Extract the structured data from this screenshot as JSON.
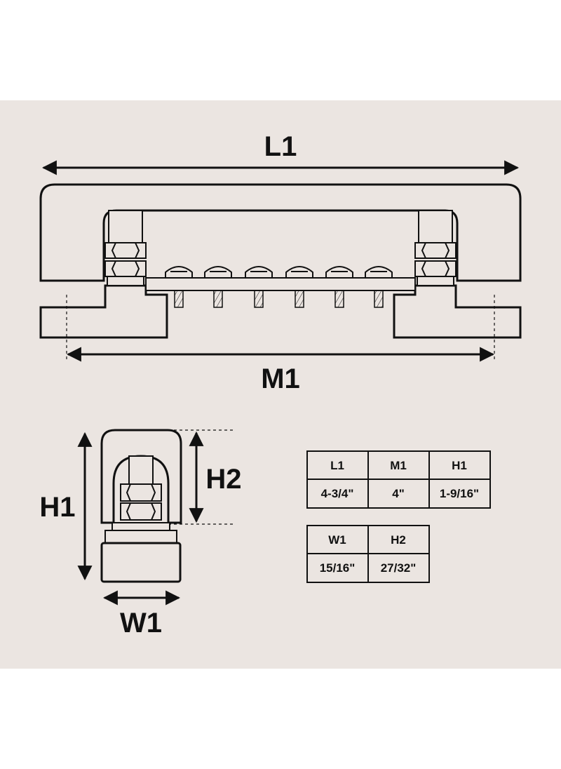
{
  "labels": {
    "l1": "L1",
    "m1": "M1",
    "h1": "H1",
    "h2": "H2",
    "w1": "W1"
  },
  "table_top": {
    "headers": [
      "L1",
      "M1",
      "H1"
    ],
    "values": [
      "4-3/4\"",
      "4\"",
      "1-9/16\""
    ]
  },
  "table_bottom": {
    "headers": [
      "W1",
      "H2"
    ],
    "values": [
      "15/16\"",
      "27/32\""
    ]
  },
  "colors": {
    "background": "#ebe5e1",
    "line": "#111111"
  }
}
